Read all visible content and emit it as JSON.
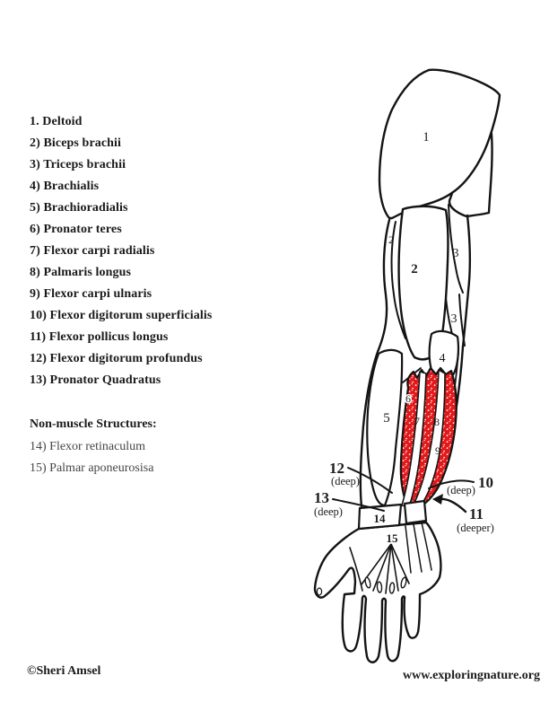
{
  "legend": {
    "muscle_items": [
      "1. Deltoid",
      "2) Biceps brachii",
      "3) Triceps brachii",
      "4) Brachialis",
      "5) Brachioradialis",
      "6) Pronator teres",
      "7) Flexor carpi radialis",
      "8) Palmaris longus",
      "9) Flexor carpi ulnaris",
      "10) Flexor digitorum superficialis",
      "11) Flexor pollicus longus",
      "12) Flexor digitorum profundus",
      "13) Pronator Quadratus"
    ],
    "section_header": "Non-muscle Structures:",
    "non_muscle_items": [
      "14) Flexor retinaculum",
      "15) Palmar aponeurosisa"
    ]
  },
  "diagram": {
    "labels": {
      "deltoid": "1",
      "biceps_small": "2",
      "biceps": "2",
      "triceps_upper": "3",
      "triceps_lower": "3",
      "brachialis": "4",
      "brachioradialis": "5",
      "pronator_teres": "6",
      "flexor_carpi_radialis": "7",
      "palmaris_longus": "8",
      "flexor_carpi_ulnaris": "9",
      "flexor_retinaculum": "14",
      "palmar_aponeurosis": "15"
    },
    "callouts": {
      "flexor_digitorum_superficialis": {
        "number": "10",
        "qualifier": "(deep)"
      },
      "flexor_pollicus_longus": {
        "number": "11",
        "qualifier": "(deeper)"
      },
      "flexor_digitorum_profundus": {
        "number": "12",
        "qualifier": "(deep)"
      },
      "pronator_quadratus": {
        "number": "13",
        "qualifier": "(deep)"
      }
    },
    "colors": {
      "deep_muscle_highlight": "#e2191b",
      "outline": "#141414"
    }
  },
  "footer": {
    "credit": "©Sheri Amsel",
    "website": "www.exploringnature.org"
  }
}
